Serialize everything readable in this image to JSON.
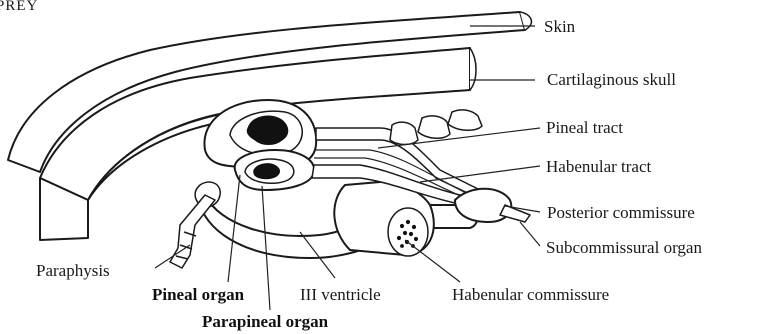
{
  "figure": {
    "heading": "PREY",
    "labels": {
      "skin": "Skin",
      "skull": "Cartilaginous skull",
      "pineal_tract": "Pineal tract",
      "habenular_tract": "Habenular tract",
      "posterior_commissure": "Posterior commissure",
      "subcommissural_organ": "Subcommissural organ",
      "paraphysis": "Paraphysis",
      "pineal_organ": "Pineal organ",
      "parapineal_organ": "Parapineal organ",
      "third_ventricle": "III ventricle",
      "habenular_commissure": "Habenular commissure"
    }
  }
}
